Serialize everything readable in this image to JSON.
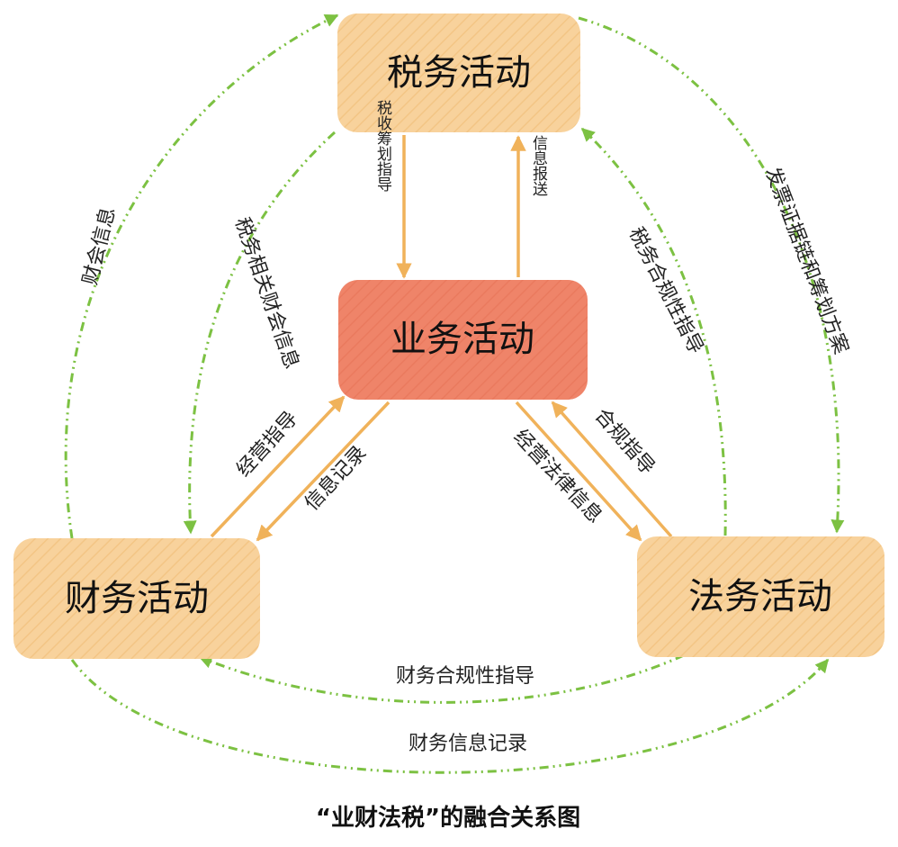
{
  "nodes": {
    "tax": "税务活动",
    "business": "业务活动",
    "finance": "财务活动",
    "legal": "法务活动"
  },
  "edges": {
    "tax_to_business": "税收筹划指导",
    "business_to_tax": "信息报送",
    "business_to_finance_guidance": "经营指导",
    "finance_to_business_record": "信息记录",
    "business_to_legal_info": "经营法律信息",
    "legal_to_business_guidance": "合规指导",
    "tax_to_finance_related_info": "税务相关财会信息",
    "finance_to_tax_info": "财会信息",
    "legal_to_tax_guidance": "税务合规性指导",
    "tax_to_legal_invoice": "发票证据链和筹划方案",
    "legal_to_finance_compliance": "财务合规性指导",
    "finance_to_legal_record": "财务信息记录"
  },
  "caption": "“业财法税”的融合关系图",
  "colors": {
    "box_light": "#f8d29c",
    "box_business": "#ef8469",
    "orange_arrow": "#f0b25a",
    "green_arrow": "#7cc142"
  }
}
